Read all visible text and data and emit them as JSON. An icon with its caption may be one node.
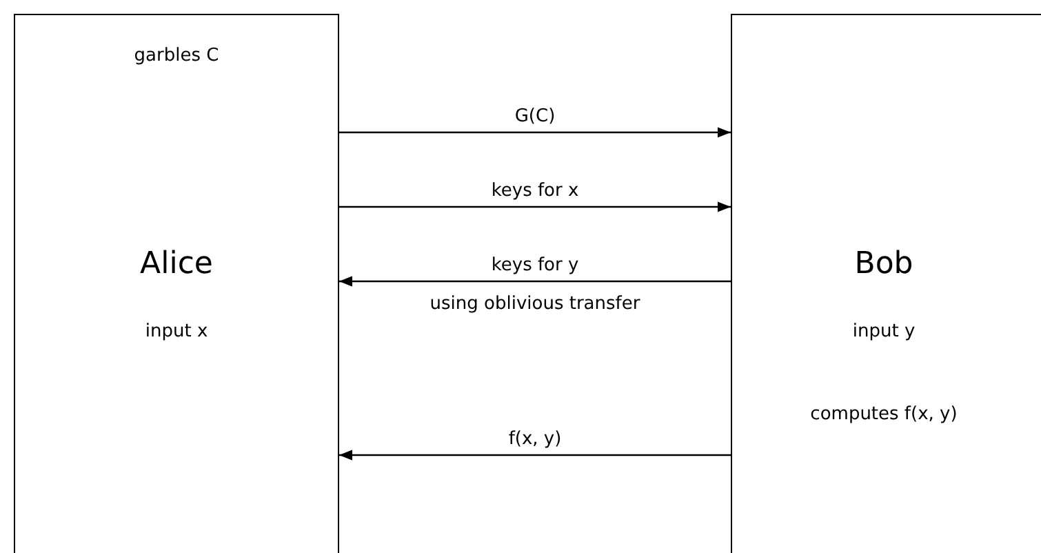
{
  "diagram": {
    "nodes": [
      {
        "text": [
          "garbles C",
          "Alice",
          "input x"
        ]
      },
      {
        "text": [
          "Bob",
          "input y",
          "computes f(x, y)"
        ]
      }
    ],
    "edges": [
      {
        "from": 0,
        "to": 1,
        "arrow": "to",
        "label": "G(C)"
      },
      {
        "from": 0,
        "to": 1,
        "arrow": "to",
        "label": "keys for x"
      },
      {
        "from": 1,
        "to": 0,
        "arrow": "to",
        "label": "keys for y"
      },
      {
        "from": 1,
        "to": 0,
        "arrow": "to",
        "label": "f(x, y)"
      }
    ],
    "labels": [
      "using oblivious transfer"
    ]
  }
}
